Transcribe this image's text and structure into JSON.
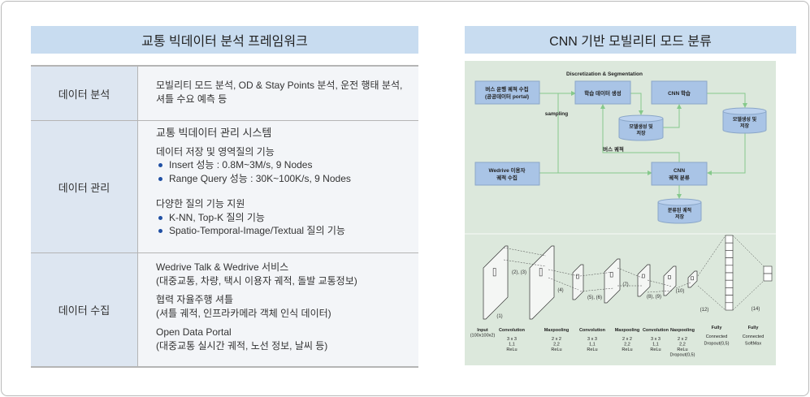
{
  "left": {
    "title": "교통 빅데이터 분석 프레임워크",
    "rows": [
      {
        "label": "데이터 분석",
        "lines": [
          "모빌리티 모드 분석, OD & Stay Points 분석, 운전 행태 분석,",
          "셔틀 수요 예측 등"
        ]
      },
      {
        "label": "데이터 관리",
        "heading": "교통 빅데이터 관리 시스템",
        "group1": {
          "title": "데이터 저장 및 영역질의 기능",
          "items": [
            "Insert 성능 : 0.8M~3M/s, 9 Nodes",
            "Range Query 성능 : 30K~100K/s, 9 Nodes"
          ]
        },
        "group2": {
          "title": "다양한 질의 기능 지원",
          "items": [
            "K-NN, Top-K 질의 기능",
            "Spatio-Temporal-Image/Textual 질의 기능"
          ]
        }
      },
      {
        "label": "데이터 수집",
        "blocks": [
          {
            "title": "Wedrive Talk & Wedrive 서비스",
            "detail": "(대중교통, 차량, 택시 이용자 궤적, 돌발 교통정보)"
          },
          {
            "title": "협력 자율주행 셔틀",
            "detail": "(셔틀 궤적, 인프라카메라 객체 인식 데이터)"
          },
          {
            "title": "Open Data Portal",
            "detail": "(대중교통 실시간 궤적, 노선 정보, 날씨 등)"
          }
        ]
      }
    ]
  },
  "right": {
    "title": "CNN 기반 모빌리티 모드 분류",
    "flow": {
      "seg": "Discretization & Segmentation",
      "bus1": "버스 운행 궤적 수집",
      "bus2": "(공공데이터 portal)",
      "gen": "학습 데이터 생성",
      "train": "CNN 학습",
      "sampling": "sampling",
      "model1": "모델생성 및",
      "model2": "저장",
      "busTraj": "버스 궤적",
      "wd1": "Wedrive 이용자",
      "wd2": "궤적 수집",
      "cls1": "CNN",
      "cls2": "궤적 분류",
      "out1": "분류된 궤적",
      "out2": "저장"
    },
    "cnn": {
      "marks": [
        "(1)",
        "(2), (3)",
        "(4)",
        "(5), (6)",
        "(7)",
        "(8), (9)",
        "(10)",
        "(12)",
        "(14)"
      ],
      "layers": [
        {
          "name": "Input",
          "p": [
            "(100x100x2)"
          ]
        },
        {
          "name": "Convolution",
          "p": [
            "3 x 3",
            "1,1",
            "ReLu"
          ]
        },
        {
          "name": "Maxpooling",
          "p": [
            "2 x 2",
            "2,2",
            "ReLu"
          ]
        },
        {
          "name": "Convolution",
          "p": [
            "3 x 3",
            "1,1",
            "ReLu"
          ]
        },
        {
          "name": "Maxpooling",
          "p": [
            "2 x 2",
            "2,2",
            "ReLu"
          ]
        },
        {
          "name": "Convolution",
          "p": [
            "3 x 3",
            "1,1",
            "ReLu"
          ]
        },
        {
          "name": "Naxpooling",
          "p": [
            "2 x 2",
            "2,2",
            "ReLu",
            "Dropout(0,5)"
          ]
        },
        {
          "name": "Fully",
          "p": [
            "Connected",
            "Dropout(0,5)"
          ]
        },
        {
          "name": "Fully",
          "p": [
            "Connected",
            "SoftMax"
          ]
        }
      ]
    }
  },
  "colors": {
    "header": "#c8dcf0",
    "figureBg": "#dce8dc",
    "box": "#a9c4e6",
    "arrow": "#86c98c",
    "bullet": "#1f4fa3"
  }
}
